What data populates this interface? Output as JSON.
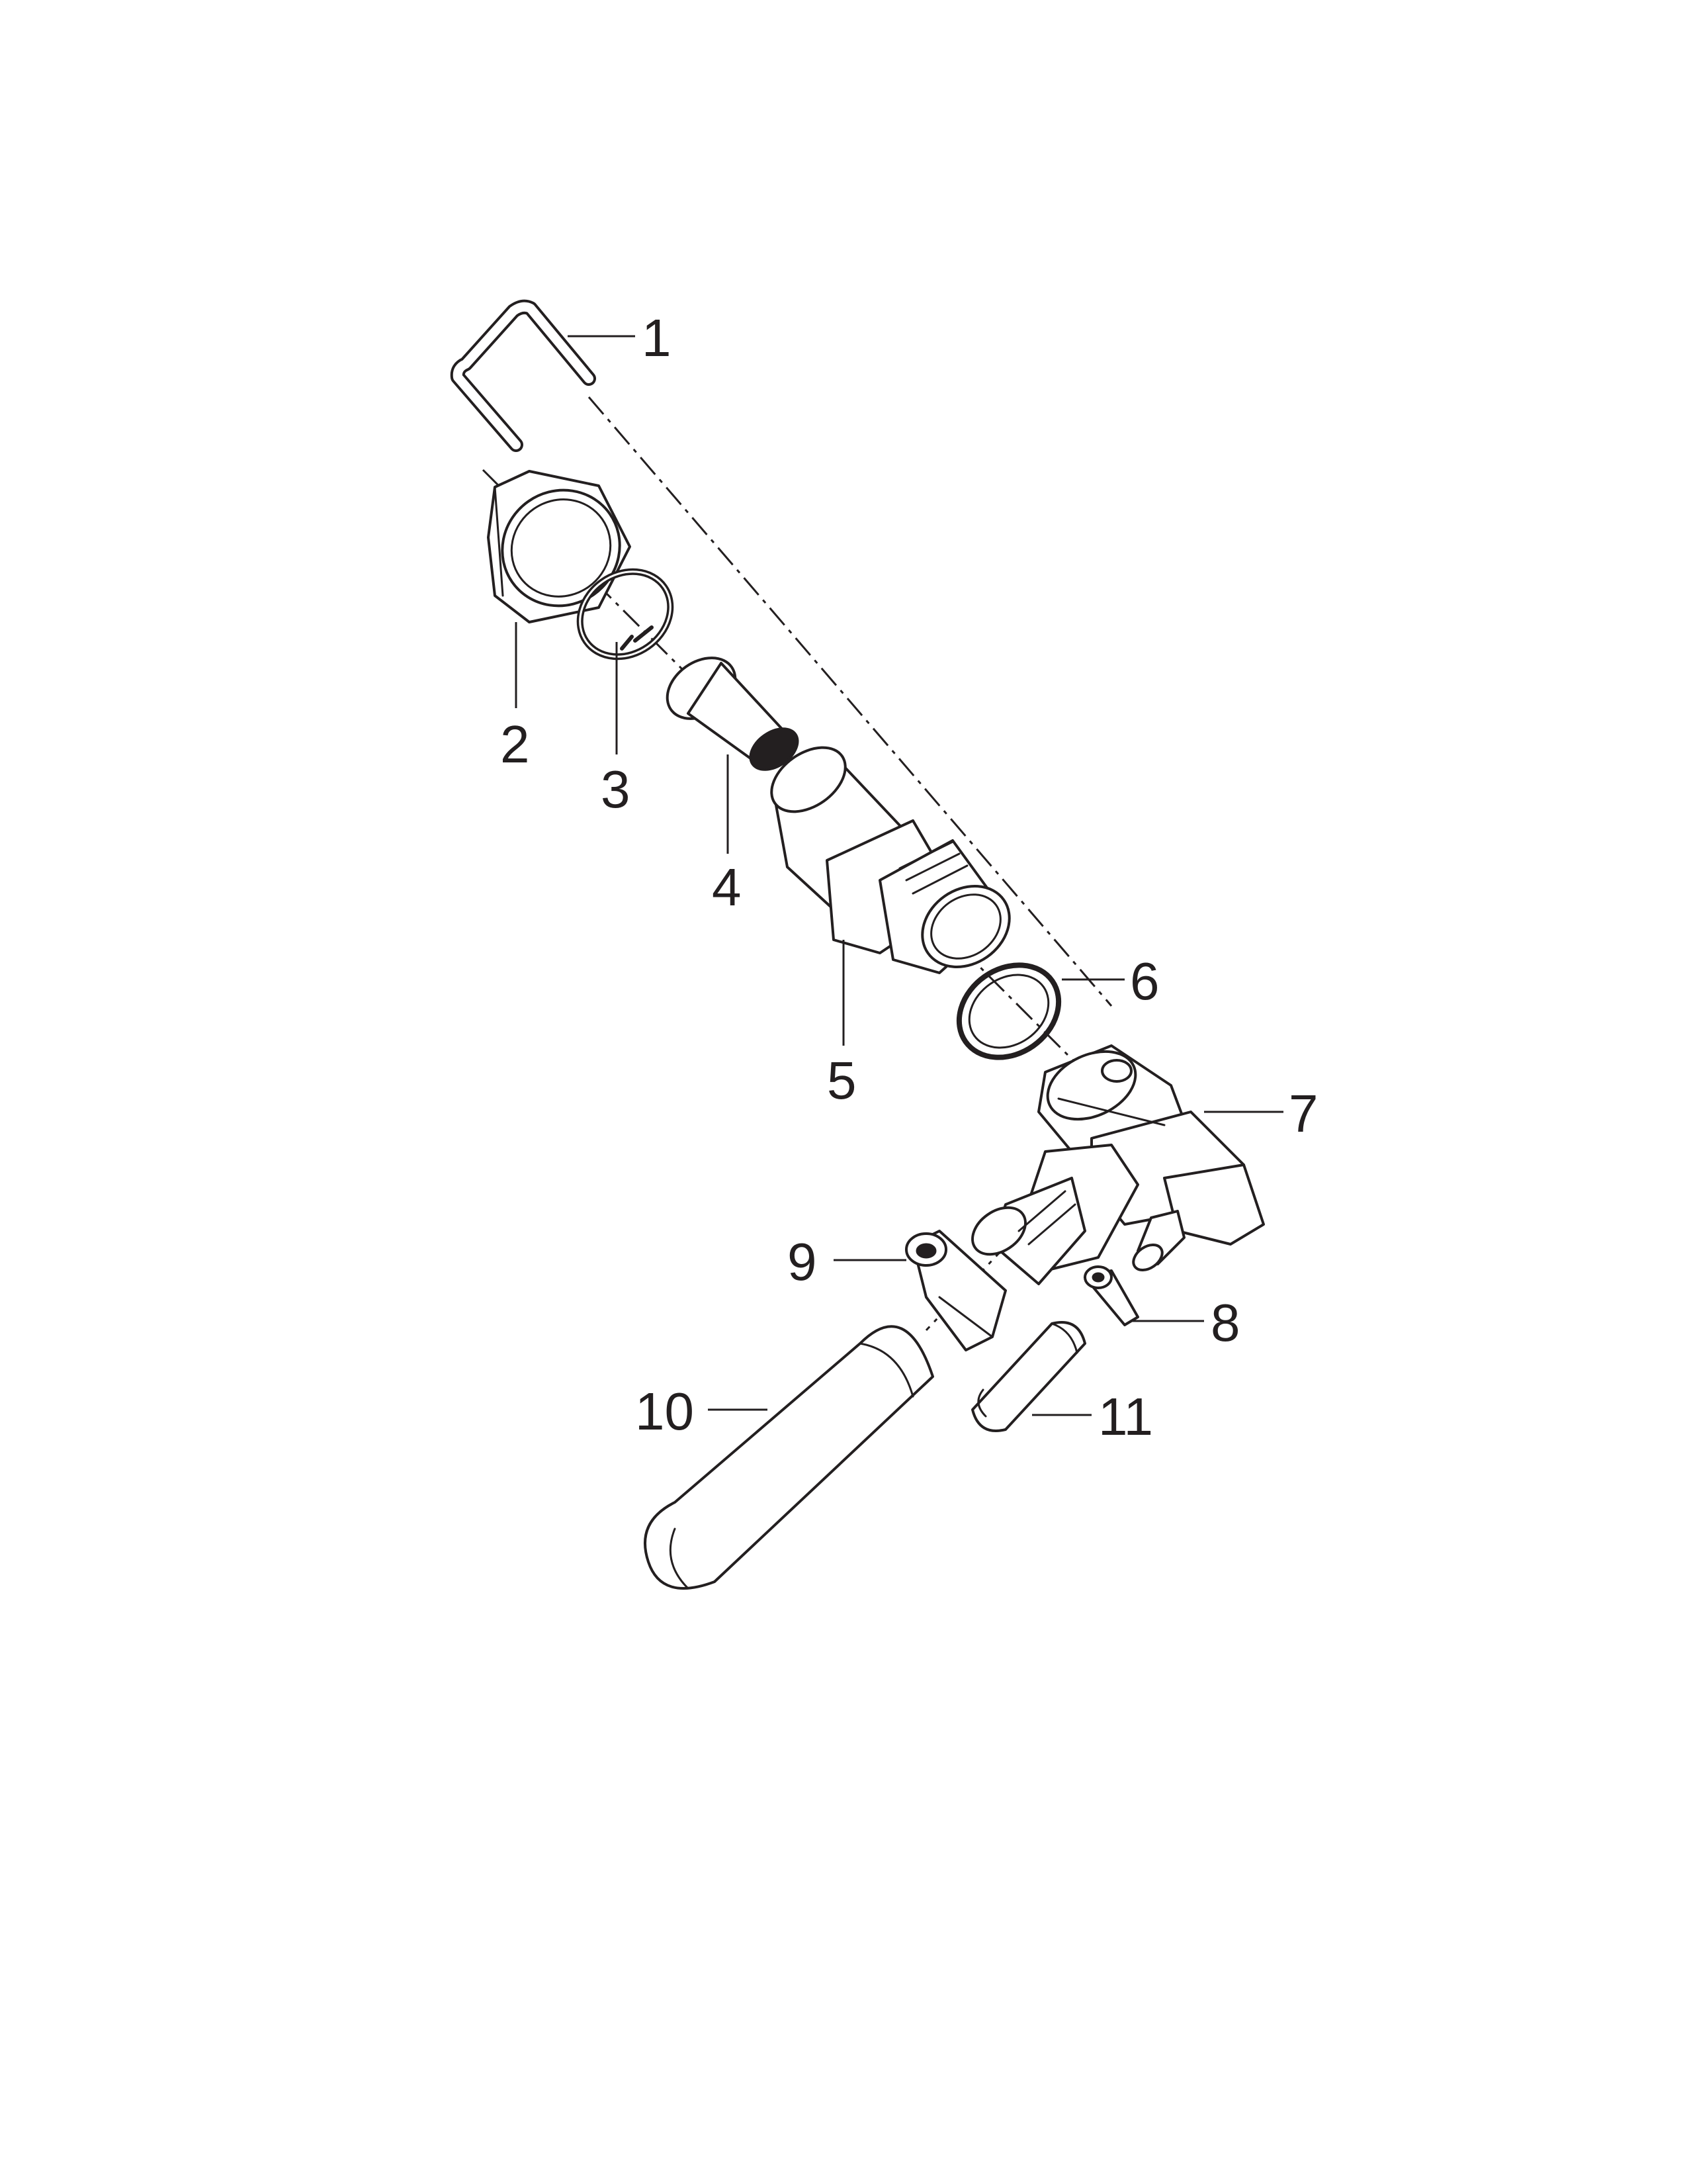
{
  "callouts": {
    "c1": "1",
    "c2": "2",
    "c3": "3",
    "c4": "4",
    "c5": "5",
    "c6": "6",
    "c7": "7",
    "c8": "8",
    "c9": "9",
    "c10": "10",
    "c11": "11"
  },
  "colors": {
    "line": "#231f20",
    "background": "#ffffff"
  }
}
